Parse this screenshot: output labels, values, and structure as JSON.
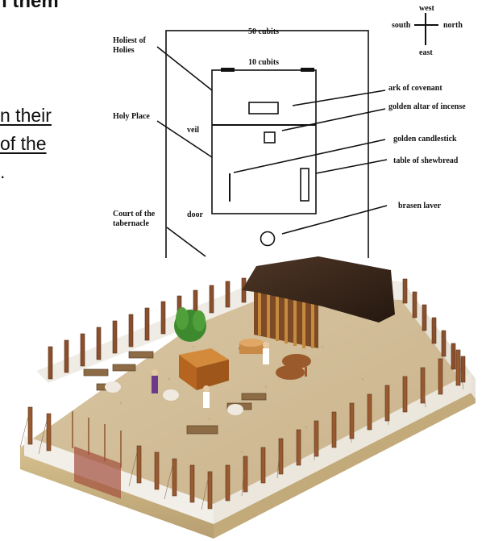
{
  "slide": {
    "heading_fragment": "n them",
    "line1": "n their",
    "line2": "of the",
    "line3": "."
  },
  "diagram": {
    "labels": {
      "dimension_outer": "50 cubits",
      "dimension_inner": "10 cubits",
      "holiest": "Holiest of Holies",
      "holy_place": "Holy Place",
      "veil": "veil",
      "door": "door",
      "court": "Court of the tabernacle",
      "ark": "ark of covenant",
      "altar_incense": "golden altar of incense",
      "candlestick": "golden candlestick",
      "shewbread": "table of shewbread",
      "laver": "brasen laver"
    },
    "compass": {
      "north": "north",
      "south": "south",
      "east": "east",
      "west": "west"
    }
  }
}
